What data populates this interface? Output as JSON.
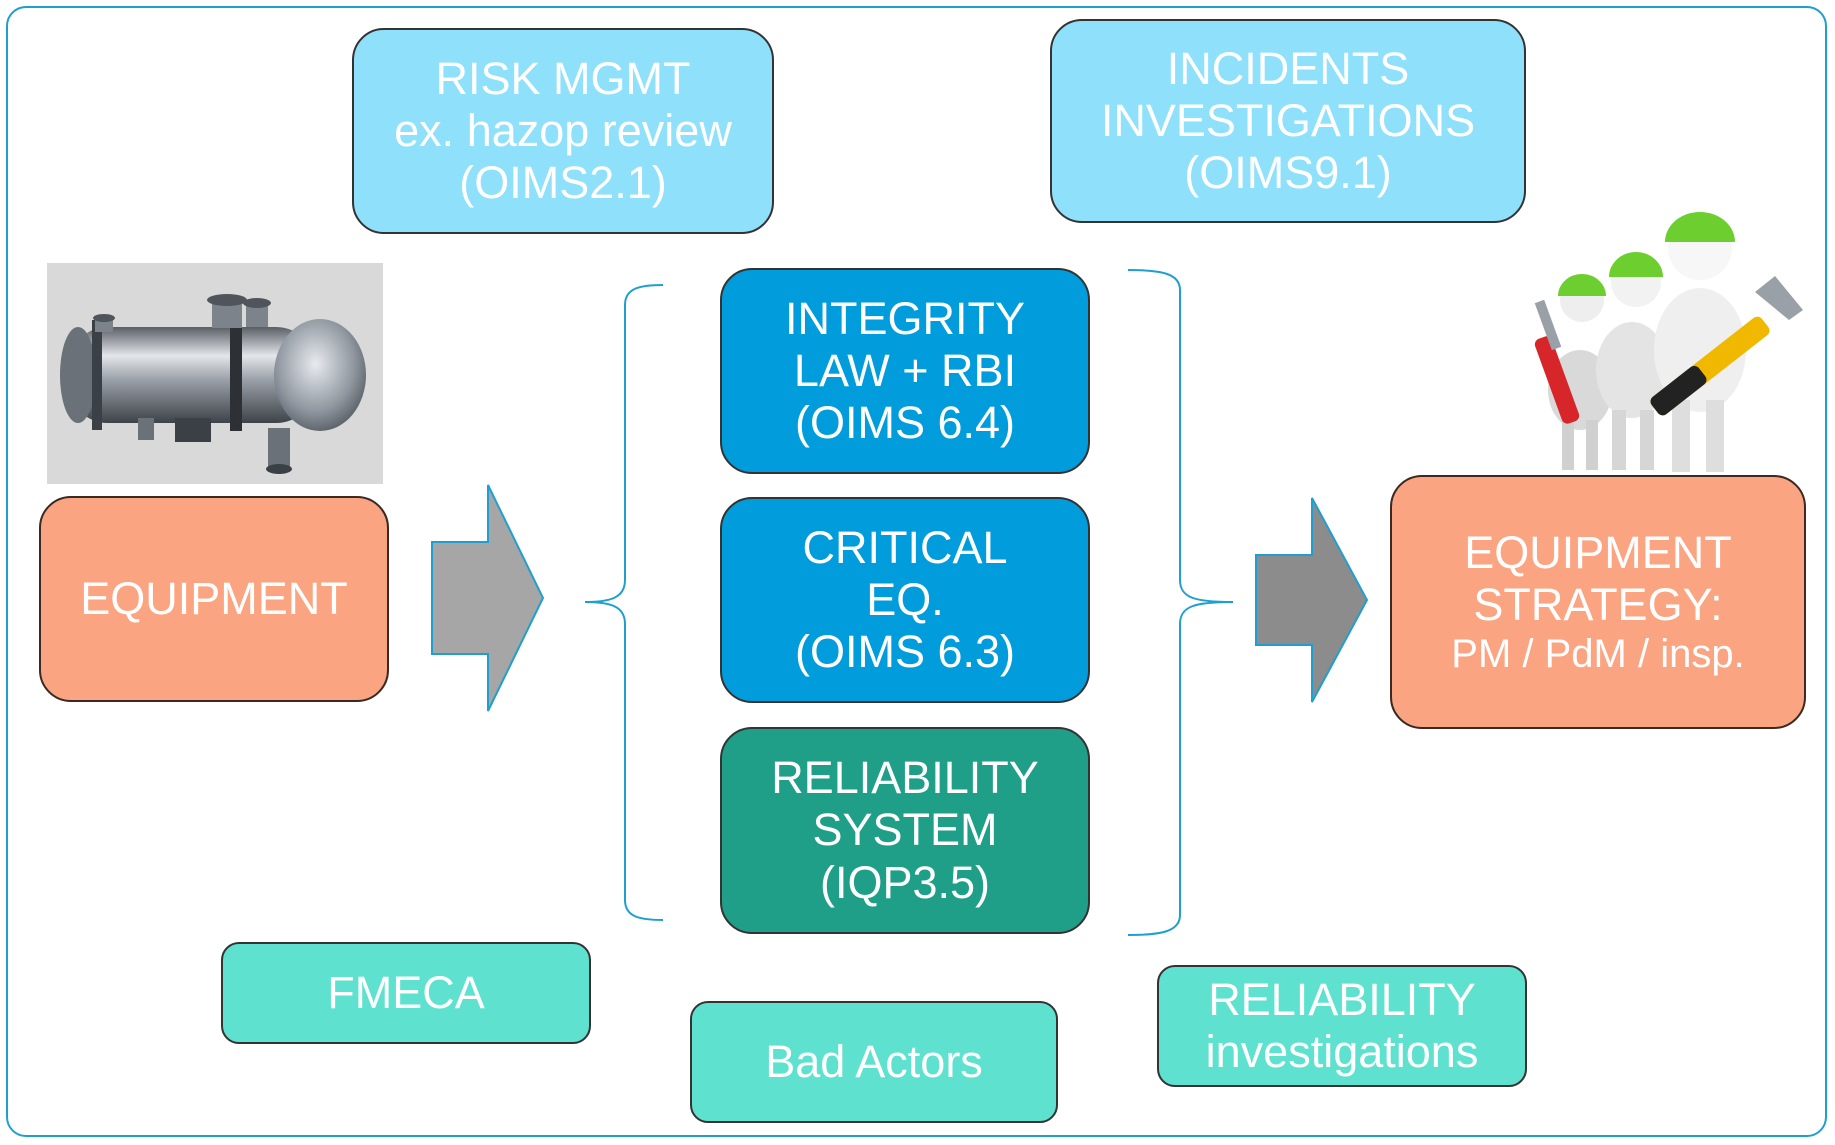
{
  "risk_mgmt": [
    "RISK MGMT",
    "ex. hazop review",
    "(OIMS2.1)"
  ],
  "incidents": [
    "INCIDENTS",
    "INVESTIGATIONS",
    "(OIMS9.1)"
  ],
  "integrity": [
    "INTEGRITY",
    "LAW + RBI",
    "(OIMS 6.4)"
  ],
  "critical": [
    "CRITICAL",
    "EQ.",
    "(OIMS 6.3)"
  ],
  "reliability_system": [
    "RELIABILITY",
    "SYSTEM",
    "(IQP3.5)"
  ],
  "equipment": "EQUIPMENT",
  "strategy": [
    "EQUIPMENT",
    "STRATEGY:",
    "PM / PdM / insp."
  ],
  "fmeca": "FMECA",
  "bad_actors": "Bad Actors",
  "reliability_investigations": [
    "RELIABILITY",
    "investigations"
  ],
  "colors": {
    "frame": "#1f9fd0",
    "light_blue": "#8ee0fb",
    "blue": "#009cdc",
    "teal": "#1f9e88",
    "aqua": "#5ee1cf",
    "orange": "#fba481",
    "arrow": "#a6a6a6"
  },
  "icons": {
    "heat_exchanger": "heat-exchanger-image",
    "workers": "workers-with-tools-image"
  }
}
